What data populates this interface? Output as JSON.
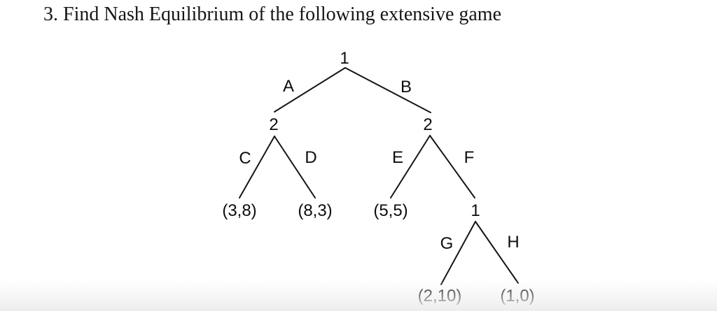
{
  "document": {
    "title": "3. Find Nash Equilibrium of the following extensive game"
  },
  "game_tree": {
    "nodes": [
      {
        "id": "root",
        "player": "1"
      },
      {
        "id": "after-a",
        "player": "2"
      },
      {
        "id": "after-b",
        "player": "2"
      },
      {
        "id": "after-f",
        "player": "1"
      }
    ],
    "actions": [
      {
        "id": "a",
        "label": "A"
      },
      {
        "id": "b",
        "label": "B"
      },
      {
        "id": "c",
        "label": "C"
      },
      {
        "id": "d",
        "label": "D"
      },
      {
        "id": "e",
        "label": "E"
      },
      {
        "id": "f",
        "label": "F"
      },
      {
        "id": "g",
        "label": "G"
      },
      {
        "id": "h",
        "label": "H"
      }
    ],
    "payoffs": [
      {
        "after": "C",
        "label": "(3,8)"
      },
      {
        "after": "D",
        "label": "(8,3)"
      },
      {
        "after": "E",
        "label": "(5,5)"
      },
      {
        "after": "G",
        "label": "(2,10)"
      },
      {
        "after": "H",
        "label": "(1,0)"
      }
    ]
  }
}
